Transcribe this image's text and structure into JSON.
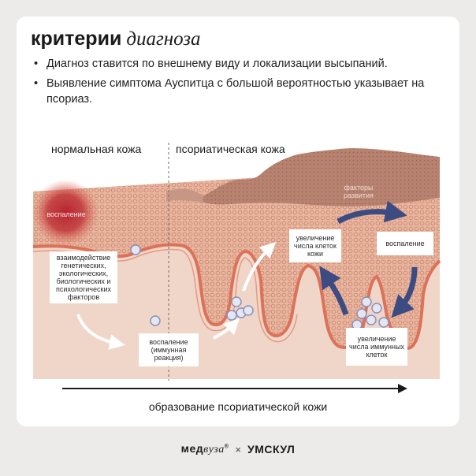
{
  "title": {
    "bold": "критерии",
    "italic": "диагноза"
  },
  "bullets": [
    "Диагноз ставится по внешнему виду и локализации высыпаний.",
    "Выявление симптома Ауспитца с большой вероятностью указывает на псориаз."
  ],
  "panels": {
    "left": "нормальная кожа",
    "right": "псориатическая кожа"
  },
  "labels": {
    "inflammation_spot": "воспаление",
    "factors": "взаимодействие генетических, экологических, биологических и психологических факторов",
    "immune_inflammation": "воспаление (иммунная реакция)",
    "cell_increase": "увеличение числа клеток кожи",
    "inflammation_right": "воспаление",
    "immune_cells": "увеличение числа иммунных клеток",
    "dev_factors": "факторы развития"
  },
  "axis_label": "образование псориатической кожи",
  "footer": {
    "brand1_a": "мед",
    "brand1_b": "вуза",
    "brand1_mark": "®",
    "sep": "×",
    "brand2": "УМСКУЛ"
  },
  "colors": {
    "skin_top": "#e8b39b",
    "skin_dermis": "#efd6c8",
    "plaque": "#b4806e",
    "membrane": "#dc7259",
    "inflammation": "#b8242f",
    "flow_arrow": "#3c4b82"
  }
}
